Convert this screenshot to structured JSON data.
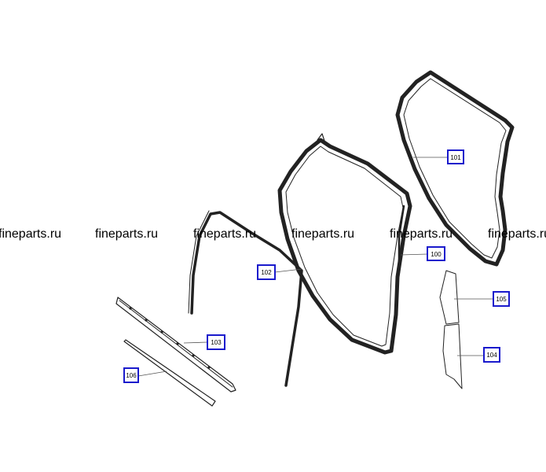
{
  "diagram": {
    "callouts": [
      {
        "id": "100",
        "label": "100"
      },
      {
        "id": "101",
        "label": "101"
      },
      {
        "id": "102",
        "label": "102"
      },
      {
        "id": "103",
        "label": "103"
      },
      {
        "id": "104",
        "label": "104"
      },
      {
        "id": "105",
        "label": "105"
      },
      {
        "id": "106",
        "label": "106"
      }
    ]
  },
  "watermark": {
    "text": "fineparts.ru",
    "repeat_count": 6
  },
  "colors": {
    "callout_border": "#1a1acc",
    "line": "#222222",
    "background": "#ffffff"
  }
}
